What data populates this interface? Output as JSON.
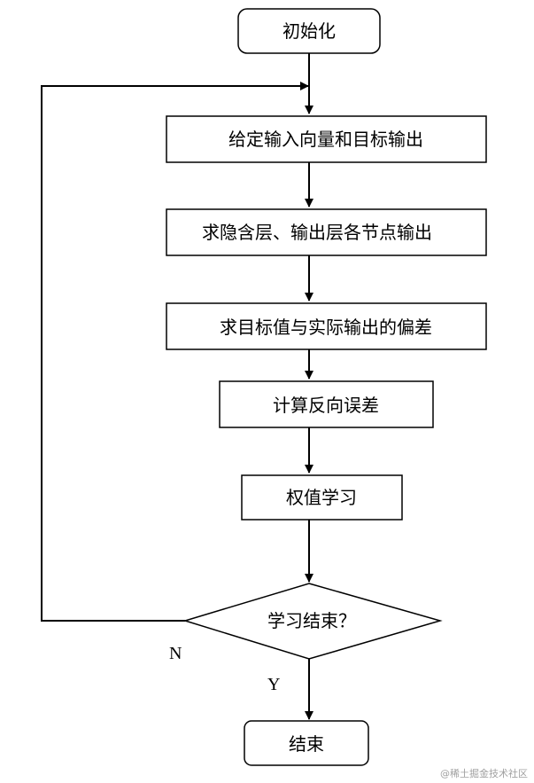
{
  "nodes": {
    "init": "初始化",
    "set_io": "给定输入向量和目标输出",
    "hidden_out": "求隐含层、输出层各节点输出",
    "deviation": "求目标值与实际输出的偏差",
    "back_error": "计算反向误差",
    "weight_learn": "权值学习",
    "decision": "学习结束？",
    "end": "结束"
  },
  "edge_labels": {
    "no": "N",
    "yes": "Y"
  },
  "watermark": "@稀土掘金技术社区"
}
